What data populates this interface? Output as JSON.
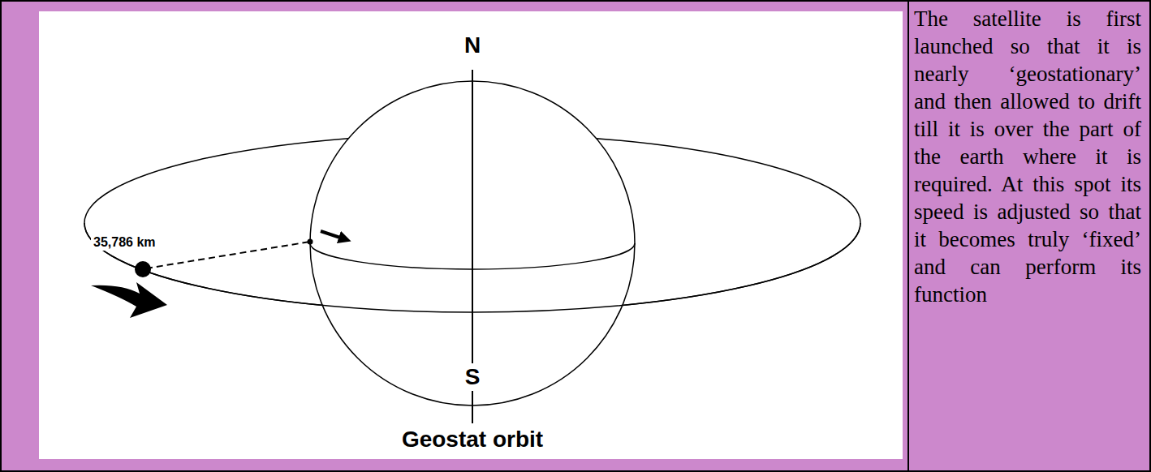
{
  "diagram": {
    "caption": "Geostat orbit",
    "labels": [
      "N",
      "35,786 km",
      "S",
      "The satellite is first launched so that it is nearly ‘geostationary’ and then allowed to drift till it is over the part of the earth where it is required. At this spot its speed is adjusted so that it becomes truly ‘fixed’ and can perform its function"
    ]
  }
}
